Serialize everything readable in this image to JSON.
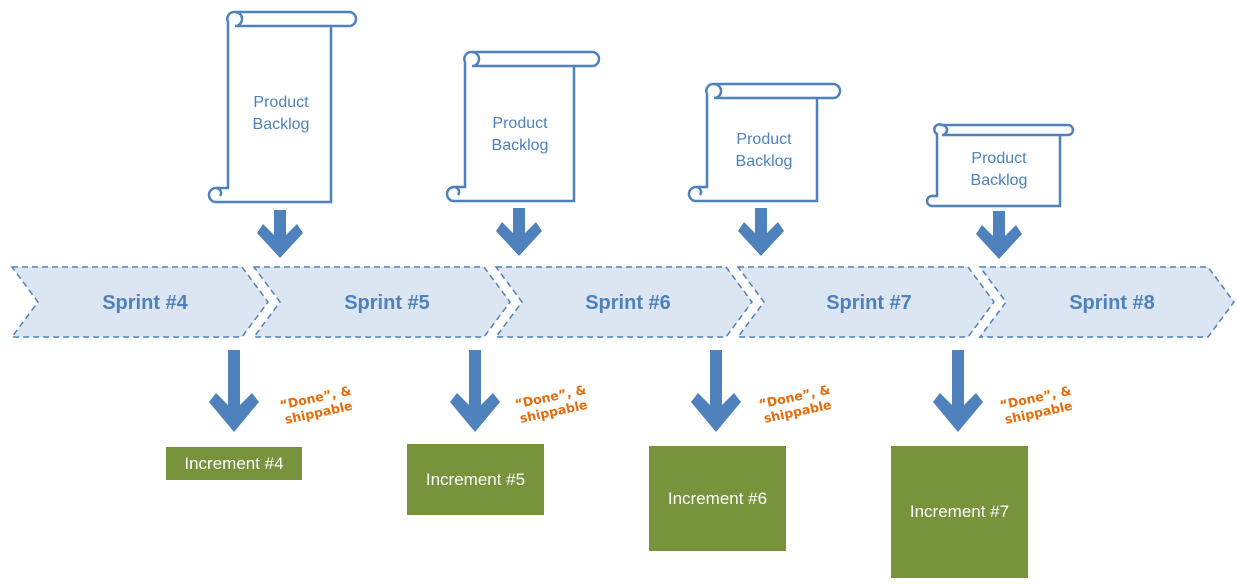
{
  "sprints": [
    {
      "label": "Sprint #4"
    },
    {
      "label": "Sprint #5"
    },
    {
      "label": "Sprint #6"
    },
    {
      "label": "Sprint #7"
    },
    {
      "label": "Sprint #8"
    }
  ],
  "backlogs": [
    {
      "line1": "Product",
      "line2": "Backlog"
    },
    {
      "line1": "Product",
      "line2": "Backlog"
    },
    {
      "line1": "Product",
      "line2": "Backlog"
    },
    {
      "line1": "Product",
      "line2": "Backlog"
    }
  ],
  "increments": [
    {
      "label": "Increment #4"
    },
    {
      "label": "Increment #5"
    },
    {
      "label": "Increment #6"
    },
    {
      "label": "Increment #7"
    }
  ],
  "done_notes": [
    {
      "line1": "“Done”, &",
      "line2": "shippable"
    },
    {
      "line1": "“Done”, &",
      "line2": "shippable"
    },
    {
      "line1": "“Done”, &",
      "line2": "shippable"
    },
    {
      "line1": "“Done”, &",
      "line2": "shippable"
    }
  ],
  "colors": {
    "accent_blue": "#4f81bd",
    "chevron_fill": "#dce6f2",
    "increment_green": "#77933c",
    "note_orange": "#e46c0a"
  }
}
